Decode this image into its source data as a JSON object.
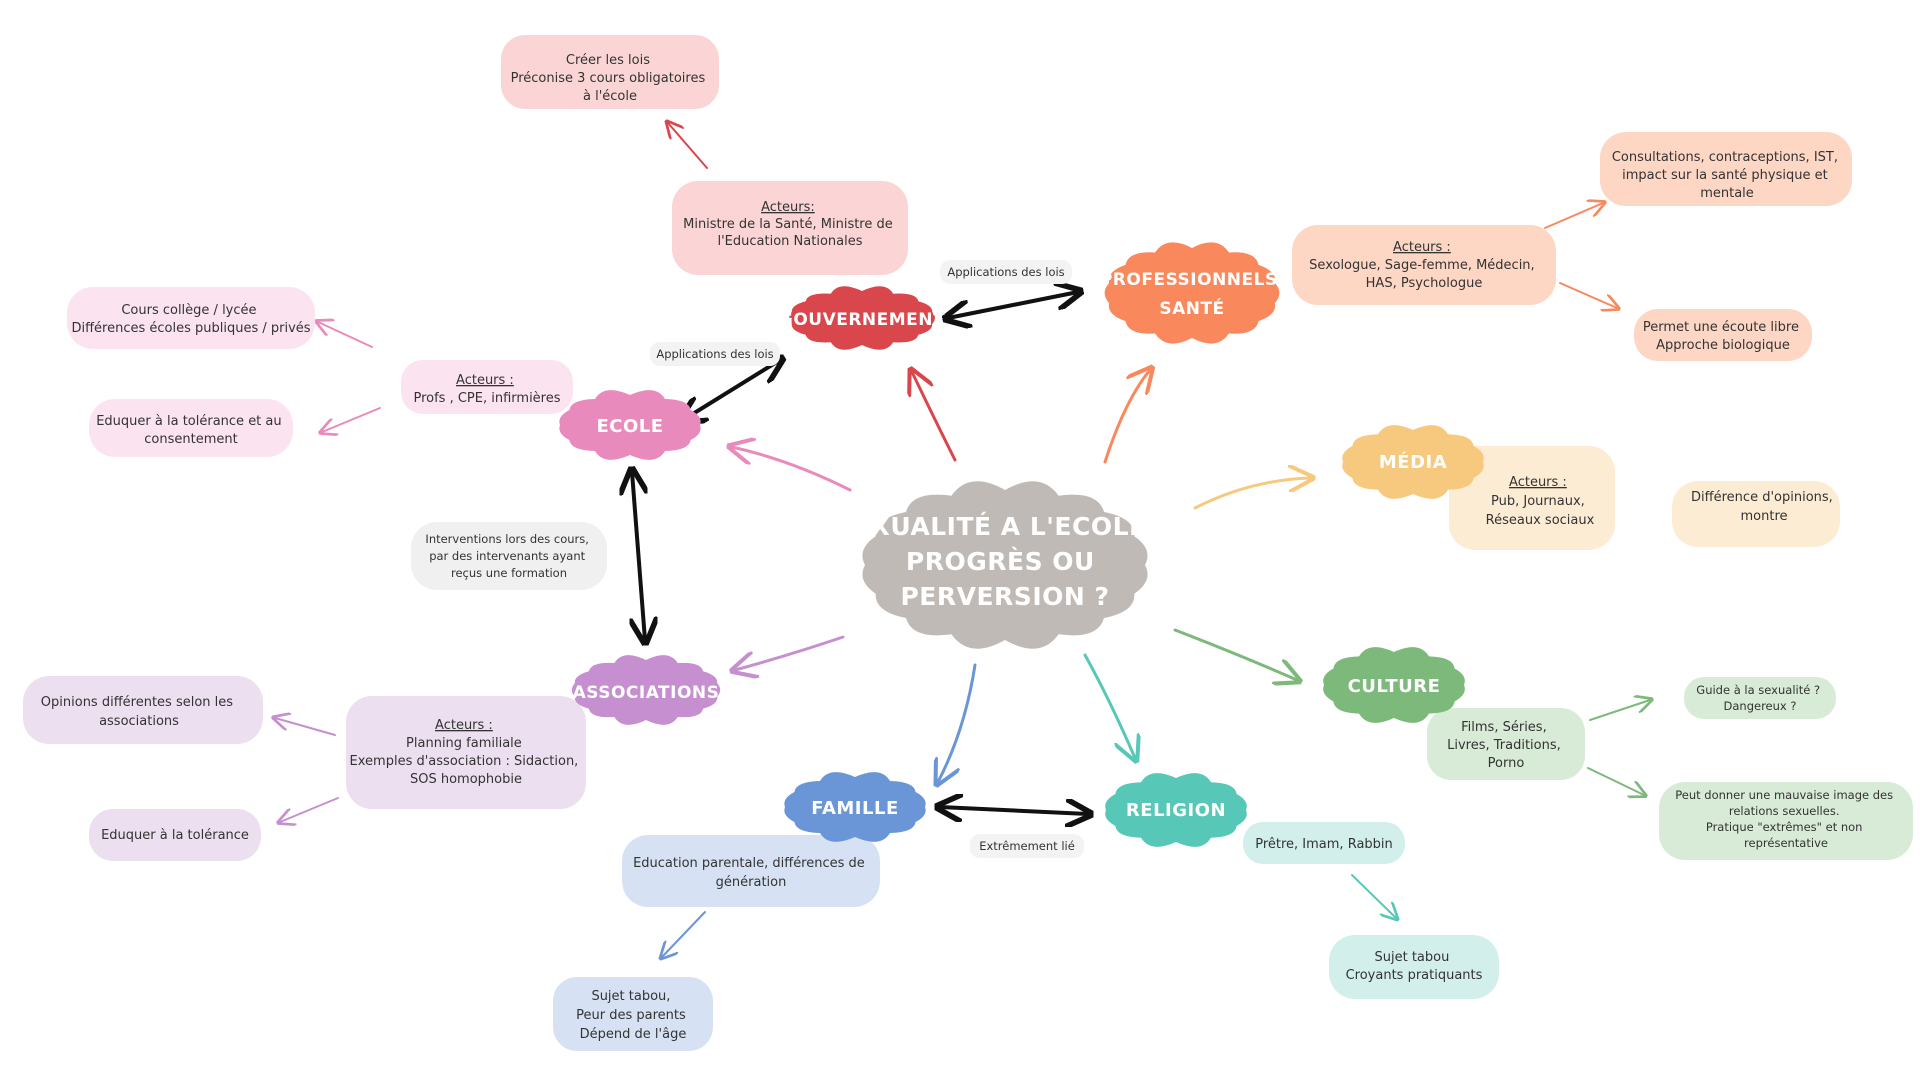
{
  "central": {
    "lines": [
      "SEXUALITÉ A L'ECOLE :",
      "PROGRÈS OU",
      "PERVERSION ?"
    ],
    "color": "#c0bab6"
  },
  "hubs": {
    "gouvernement": {
      "lines": [
        "GOUVERNEMENT"
      ],
      "color": "#d9464b"
    },
    "ecole": {
      "lines": [
        "ECOLE"
      ],
      "color": "#e88abb"
    },
    "associations": {
      "lines": [
        "ASSOCIATIONS"
      ],
      "color": "#c58fd0"
    },
    "famille": {
      "lines": [
        "FAMILLE"
      ],
      "color": "#6a96d8"
    },
    "religion": {
      "lines": [
        "RELIGION"
      ],
      "color": "#57c8b8"
    },
    "culture": {
      "lines": [
        "CULTURE"
      ],
      "color": "#7cb97a"
    },
    "media": {
      "lines": [
        "MÉDIA"
      ],
      "color": "#f7c97e"
    },
    "sante": {
      "lines": [
        "PROFESSIONNELS",
        "SANTÉ"
      ],
      "color": "#f9885c"
    }
  },
  "boxes": {
    "gouv_acteurs": {
      "lines": [
        "Acteurs:",
        "Ministre de la Santé, Ministre de",
        "l'Education Nationales"
      ],
      "underline_first": true
    },
    "gouv_lois": {
      "lines": [
        "Créer les lois",
        "Préconise 3 cours obligatoires",
        "à l'école"
      ]
    },
    "ecole_acteurs": {
      "lines": [
        "Acteurs :",
        "Profs , CPE, infirmières"
      ],
      "underline_first": true
    },
    "ecole_cours": {
      "lines": [
        "Cours collège / lycée",
        "Différences écoles publiques / privés"
      ]
    },
    "ecole_eduquer": {
      "lines": [
        "Eduquer à la tolérance et au",
        "consentement"
      ]
    },
    "interventions": {
      "lines": [
        "Interventions lors des cours,",
        "par des intervenants ayant",
        "reçus une formation"
      ]
    },
    "assoc_acteurs": {
      "lines": [
        "Acteurs :",
        "Planning familiale",
        "Exemples d'association : Sidaction,",
        "SOS homophobie"
      ],
      "underline_first": true
    },
    "assoc_opinions": {
      "lines": [
        "Opinions différentes selon les",
        "associations"
      ]
    },
    "assoc_eduquer": {
      "lines": [
        "Eduquer à la tolérance"
      ]
    },
    "famille_edu": {
      "lines": [
        "Education parentale, différences de",
        "génération"
      ]
    },
    "famille_tabou": {
      "lines": [
        "Sujet tabou,",
        "Peur des parents",
        "Dépend de l'âge"
      ]
    },
    "religion_acteurs": {
      "lines": [
        "Prêtre, Imam, Rabbin"
      ]
    },
    "religion_tabou": {
      "lines": [
        "Sujet tabou",
        "Croyants pratiquants"
      ]
    },
    "culture_films": {
      "lines": [
        "Films, Séries,",
        "Livres, Traditions,",
        "Porno"
      ]
    },
    "culture_guide": {
      "lines": [
        "Guide à la sexualité ?",
        "Dangereux ?"
      ]
    },
    "culture_image": {
      "lines": [
        "Peut donner une mauvaise image des",
        "relations sexuelles.",
        "Pratique \"extrêmes\" et non",
        "représentative"
      ]
    },
    "media_acteurs": {
      "lines": [
        "Acteurs :",
        "Pub, Journaux,",
        "Réseaux sociaux"
      ],
      "underline_first": true
    },
    "media_opinions": {
      "lines": [
        "Différence d'opinions,",
        "montre"
      ]
    },
    "sante_acteurs": {
      "lines": [
        "Acteurs :",
        "Sexologue, Sage-femme, Médecin,",
        "HAS, Psychologue"
      ],
      "underline_first": true
    },
    "sante_consult": {
      "lines": [
        "Consultations, contraceptions, IST,",
        "impact sur la santé physique et",
        "mentale"
      ]
    },
    "sante_ecoute": {
      "lines": [
        "Permet une écoute libre",
        "Approche biologique"
      ]
    }
  },
  "labels": {
    "lois_gouv_sante": "Applications des lois",
    "lois_ecole_gouv": "Applications des lois",
    "famille_religion": "Extrêmement lié"
  },
  "colors": {
    "gouv_box": "#fbd5d5",
    "ecole_box": "#fbe3ef",
    "assoc_box": "#ecdff0",
    "famille_box": "#d6e2f3",
    "religion_box": "#d2efec",
    "culture_box": "#d8ebd6",
    "media_box": "#fdecd4",
    "sante_box": "#fdd6c4",
    "neutral_box": "#f0f0f0"
  }
}
